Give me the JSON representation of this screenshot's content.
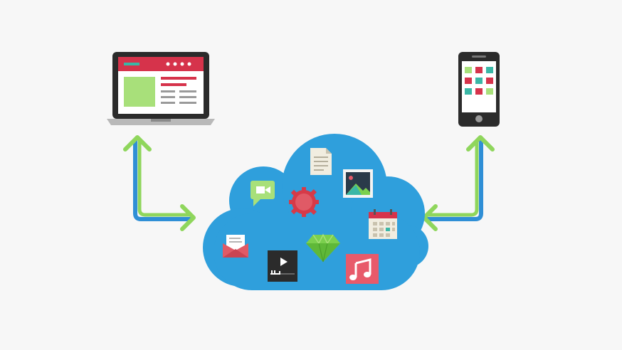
{
  "diagram": {
    "description_nodes": [
      {
        "id": "laptop",
        "icon": "laptop-icon"
      },
      {
        "id": "phone",
        "icon": "smartphone-icon"
      },
      {
        "id": "cloud",
        "icon": "cloud-icon"
      }
    ],
    "cloud_contents": [
      "document-icon",
      "image-icon",
      "video-chat-icon",
      "gear-icon",
      "calendar-icon",
      "mail-icon",
      "diamond-icon",
      "video-player-icon",
      "music-icon"
    ],
    "connections": [
      {
        "from": "laptop",
        "to": "cloud",
        "direction": "bidirectional"
      },
      {
        "from": "phone",
        "to": "cloud",
        "direction": "bidirectional"
      }
    ]
  },
  "colors": {
    "background": "#f7f7f7",
    "cloud": "#2f9fdc",
    "arrow_blue": "#2f8fd6",
    "arrow_green": "#8fd65c",
    "device_dark": "#2b2b2b",
    "laptop_accent": "#d6334b",
    "laptop_green": "#a8e07a",
    "music_tile": "#e85a6a",
    "gear": "#d63a48",
    "diamond": "#7bd04e"
  }
}
